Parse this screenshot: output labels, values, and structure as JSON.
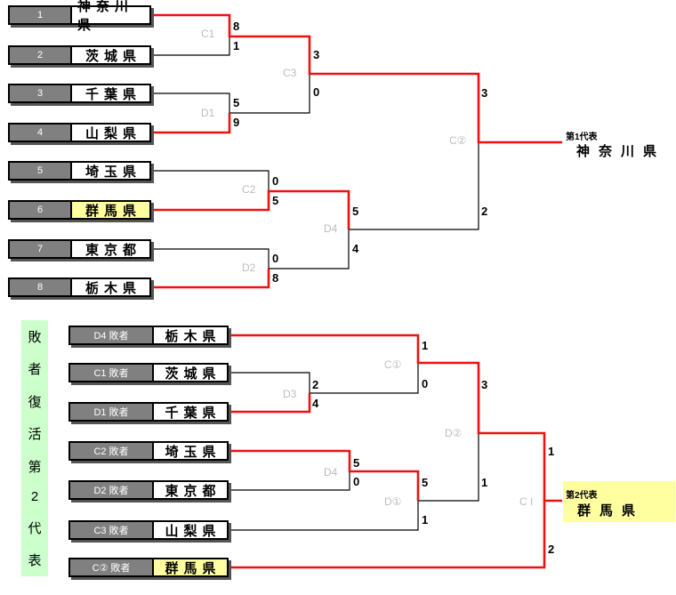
{
  "bracket1": {
    "teams": [
      {
        "seed": "1",
        "name": "神奈川県",
        "highlight": false
      },
      {
        "seed": "2",
        "name": "茨城県",
        "highlight": false
      },
      {
        "seed": "3",
        "name": "千葉県",
        "highlight": false
      },
      {
        "seed": "4",
        "name": "山梨県",
        "highlight": false
      },
      {
        "seed": "5",
        "name": "埼玉県",
        "highlight": false
      },
      {
        "seed": "6",
        "name": "群馬県",
        "highlight": true
      },
      {
        "seed": "7",
        "name": "東京都",
        "highlight": false
      },
      {
        "seed": "8",
        "name": "栃木県",
        "highlight": false
      }
    ],
    "match_labels": {
      "c1": "C1",
      "d1": "D1",
      "c2": "C2",
      "d2": "D2",
      "c3": "C3",
      "d4": "D4",
      "cfinal": "C②"
    },
    "scores": {
      "c1_top": "8",
      "c1_bot": "1",
      "d1_top": "5",
      "d1_bot": "9",
      "c2_top": "0",
      "c2_bot": "5",
      "d2_top": "0",
      "d2_bot": "8",
      "c3_top": "3",
      "c3_bot": "0",
      "d4_top": "5",
      "d4_bot": "4",
      "final_top": "3",
      "final_bot": "2"
    },
    "winner": {
      "label": "第1代表",
      "name": "神奈川県"
    }
  },
  "bracket2": {
    "side_chars": [
      "敗",
      "者",
      "復",
      "活",
      "第",
      "2",
      "代",
      "表"
    ],
    "teams": [
      {
        "seed": "D4 敗者",
        "name": "栃木県",
        "highlight": false
      },
      {
        "seed": "C1 敗者",
        "name": "茨城県",
        "highlight": false
      },
      {
        "seed": "D1 敗者",
        "name": "千葉県",
        "highlight": false
      },
      {
        "seed": "C2 敗者",
        "name": "埼玉県",
        "highlight": false
      },
      {
        "seed": "D2 敗者",
        "name": "東京都",
        "highlight": false
      },
      {
        "seed": "C3 敗者",
        "name": "山梨県",
        "highlight": false
      },
      {
        "seed": "C② 敗者",
        "name": "群馬県",
        "highlight": true
      }
    ],
    "match_labels": {
      "d3": "D3",
      "d4": "D4",
      "c1": "C①",
      "d1": "D①",
      "d2": "D②",
      "ci": "C I"
    },
    "scores": {
      "d3_top": "2",
      "d3_bot": "4",
      "d4_top": "5",
      "d4_bot": "0",
      "c1_top": "1",
      "c1_bot": "0",
      "d1_top": "5",
      "d1_bot": "1",
      "d2_top": "3",
      "d2_bot": "1",
      "ci_top": "1",
      "ci_bot": "2"
    },
    "winner": {
      "label": "第2代表",
      "name": "群馬県"
    }
  },
  "colors": {
    "win_line": "#ee1111",
    "lose_line": "#000000",
    "seed_bg": "#808080",
    "highlight": "#ffffa0",
    "side_bg": "#ccffcc"
  }
}
